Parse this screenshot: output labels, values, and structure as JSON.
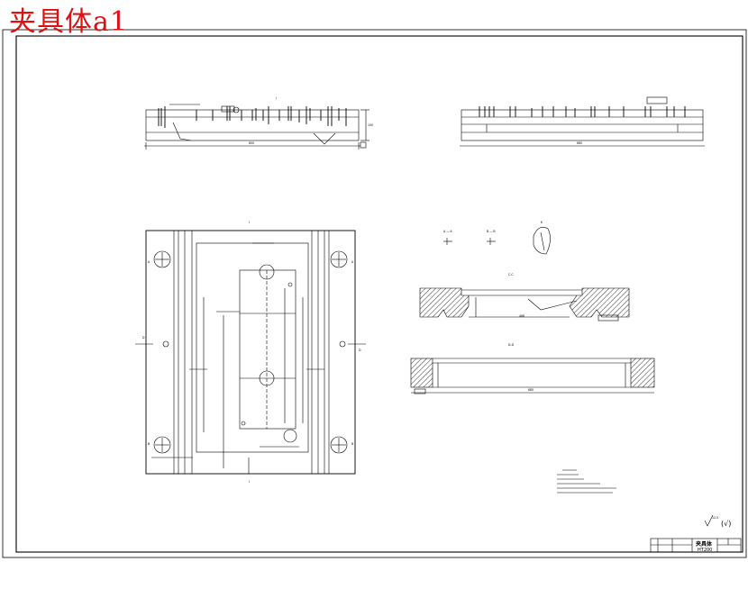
{
  "overlay_title": "夹具体a1",
  "views": {
    "top_view_label": "I",
    "plan_view_label": "I",
    "plan_bottom_label": "I",
    "section_cc_label": "C-C",
    "section_dd_label": "D-D",
    "view_a_label": "A — A",
    "view_b_label": "B — B",
    "view_k_label": "K"
  },
  "surface_finish": "(√)",
  "surface_finish_value": "12.5",
  "title_block": {
    "part_name": "夹具体",
    "material": "HT200"
  },
  "colors": {
    "overlay_text": "#e01010",
    "linework": "#000000",
    "background": "#ffffff"
  }
}
